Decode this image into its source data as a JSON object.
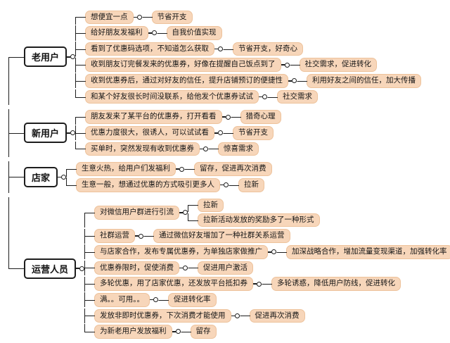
{
  "diagram": {
    "type": "mindmap",
    "colors": {
      "topic_fill": "#F7D6BA",
      "topic_border": "#EDC29B",
      "category_fill": "#FFFFFF",
      "line": "#1D1D1D"
    },
    "categories": [
      {
        "label": "老用户",
        "children": [
          {
            "label": "想便宜一点",
            "children": [
              {
                "label": "节省开支"
              }
            ]
          },
          {
            "label": "给好朋友发福利",
            "children": [
              {
                "label": "自我价值实现"
              }
            ]
          },
          {
            "label": "看到了优惠码选项，不知道怎么获取",
            "children": [
              {
                "label": "节省开支，好奇心"
              }
            ]
          },
          {
            "label": "收到朋友订完餐发来的优惠券，好像在提醒自己饭点到了",
            "children": [
              {
                "label": "社交需求，促进转化"
              }
            ]
          },
          {
            "label": "收到优惠券后，通过对好友的信任，提升店铺预订的便捷性",
            "children": [
              {
                "label": "利用好友之间的信任，加大传播"
              }
            ]
          },
          {
            "label": "和某个好友很长时间没联系，给他发个优惠券试试",
            "children": [
              {
                "label": "社交需求"
              }
            ]
          }
        ]
      },
      {
        "label": "新用户",
        "children": [
          {
            "label": "朋友发来了某平台的优惠券，打开看看",
            "children": [
              {
                "label": "猎奇心理"
              }
            ]
          },
          {
            "label": "优惠力度很大，很诱人，可以试试看",
            "children": [
              {
                "label": "节省开支"
              }
            ]
          },
          {
            "label": "买单时，突然发现有收到优惠券",
            "children": [
              {
                "label": "惊喜需求"
              }
            ]
          }
        ]
      },
      {
        "label": "店家",
        "children": [
          {
            "label": "生意火热，给用户们发福利",
            "children": [
              {
                "label": "留存，促进再次消费"
              }
            ]
          },
          {
            "label": "生意一般，想通过优惠的方式吸引更多人",
            "children": [
              {
                "label": "拉新"
              }
            ]
          }
        ]
      },
      {
        "label": "运营人员",
        "children": [
          {
            "label": "对微信用户群进行引流",
            "children": [
              {
                "label": "拉新"
              },
              {
                "label": "拉新活动发放的奖励多了一种形式"
              }
            ]
          },
          {
            "label": "社群运营",
            "children": [
              {
                "label": "通过微信好友增加了一种社群关系运营"
              }
            ]
          },
          {
            "label": "与店家合作，发布专属优惠券，为单独店家做推广",
            "children": [
              {
                "label": "加深战略合作，增加流量变现渠道，加强转化率"
              }
            ]
          },
          {
            "label": "优惠券限时，促使消费",
            "children": [
              {
                "label": "促进用户激活"
              }
            ]
          },
          {
            "label": "多轮优惠，用了店家优惠，还发放平台抵扣券",
            "children": [
              {
                "label": "多轮诱惑，降低用户防线，促进转化"
              }
            ]
          },
          {
            "label": "满。。可用。。",
            "children": [
              {
                "label": "促进转化率"
              }
            ]
          },
          {
            "label": "发放非即时优惠券，下次消费才能使用",
            "children": [
              {
                "label": "促进再次消费"
              }
            ]
          },
          {
            "label": "为新老用户发放福利",
            "children": [
              {
                "label": "留存"
              }
            ]
          }
        ]
      }
    ]
  }
}
